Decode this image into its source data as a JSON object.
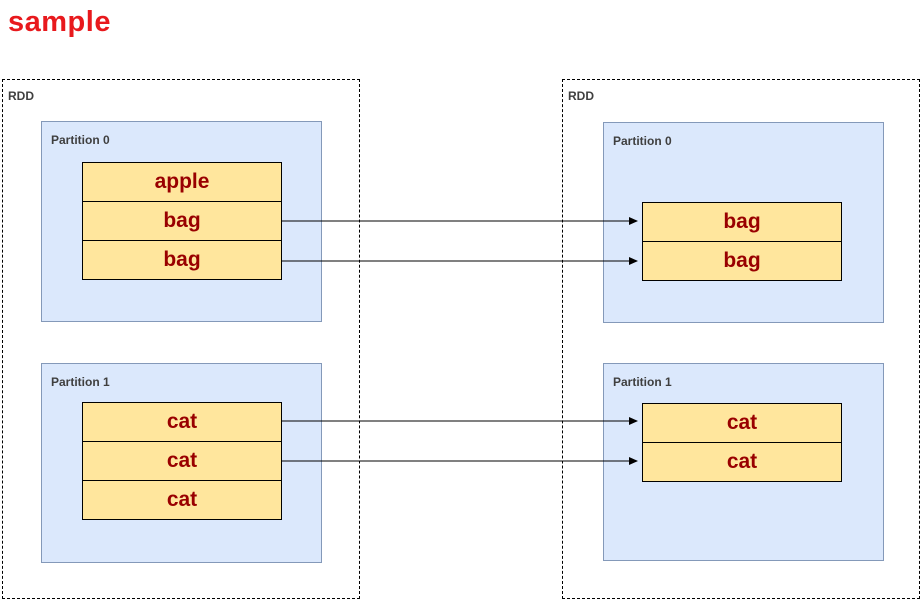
{
  "title": "sample",
  "colors": {
    "title_red": "#e8191d",
    "item_text_red": "#990000",
    "item_fill_yellow": "#ffe69d",
    "item_border": "#000000",
    "partition_fill_blue": "#dbe8fc",
    "partition_border_blue": "#8499b9",
    "rdd_dashed_border": "#000000",
    "label_gray": "#3f3f3f",
    "arrow_black": "#000000"
  },
  "rdds": [
    {
      "label": "RDD",
      "partitions": [
        {
          "label": "Partition 0",
          "items": [
            "apple",
            "bag",
            "bag"
          ]
        },
        {
          "label": "Partition 1",
          "items": [
            "cat",
            "cat",
            "cat"
          ]
        }
      ]
    },
    {
      "label": "RDD",
      "partitions": [
        {
          "label": "Partition 0",
          "items": [
            "bag",
            "bag"
          ]
        },
        {
          "label": "Partition 1",
          "items": [
            "cat",
            "cat"
          ]
        }
      ]
    }
  ],
  "connections": [
    {
      "from_rdd": 0,
      "from_partition": 0,
      "from_item": 1,
      "to_rdd": 1,
      "to_partition": 0,
      "to_item": 0
    },
    {
      "from_rdd": 0,
      "from_partition": 0,
      "from_item": 2,
      "to_rdd": 1,
      "to_partition": 0,
      "to_item": 1
    },
    {
      "from_rdd": 0,
      "from_partition": 1,
      "from_item": 0,
      "to_rdd": 1,
      "to_partition": 1,
      "to_item": 0
    },
    {
      "from_rdd": 0,
      "from_partition": 1,
      "from_item": 1,
      "to_rdd": 1,
      "to_partition": 1,
      "to_item": 1
    }
  ]
}
